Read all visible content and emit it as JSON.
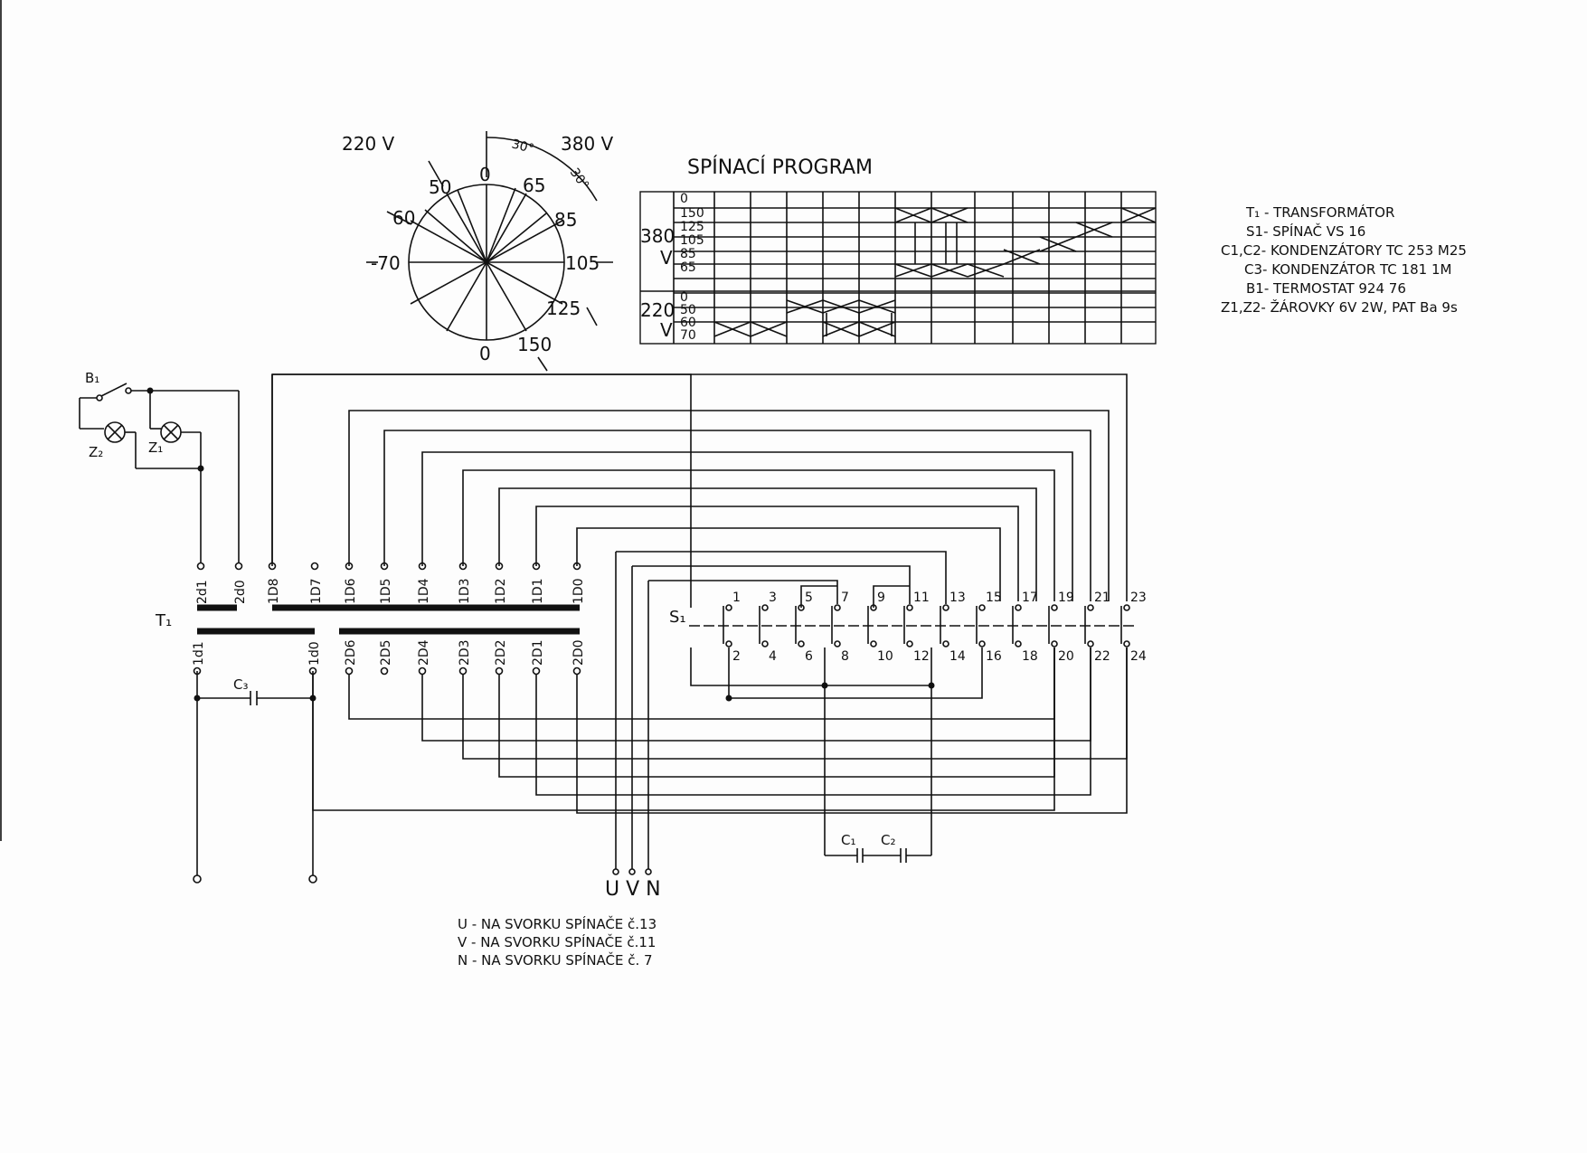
{
  "dial": {
    "voltage_220": "220 V",
    "voltage_380": "380 V",
    "angle_a": "30°",
    "angle_b": "30°",
    "marks": [
      "0",
      "65",
      "85",
      "105",
      "125",
      "150",
      "0",
      "-70",
      "60",
      "50"
    ]
  },
  "program": {
    "title": "SPÍNACÍ PROGRAM",
    "v380": "380",
    "v220": "220",
    "unit": "V",
    "rows380": [
      "0",
      "150",
      "125",
      "105",
      "85",
      "65"
    ],
    "rows220": [
      "0",
      "50",
      "60",
      "70"
    ]
  },
  "legend": [
    "T₁ - TRANSFORMÁTOR",
    "S1- SPÍNAČ  VS 16",
    "C1,C2- KONDENZÁTORY  TC 253  M25",
    "C3- KONDENZÁTOR  TC 181  1M",
    "B1- TERMOSTAT  924 76",
    "Z1,Z2- ŽÁROVKY  6V  2W,  PAT  Ba 9s"
  ],
  "components": {
    "b1": "B₁",
    "z1": "Z₁",
    "z2": "Z₂",
    "t1": "T₁",
    "s1": "S₁",
    "c1": "C₁",
    "c2": "C₂",
    "c3": "C₃"
  },
  "transformer": {
    "top": [
      "2d1",
      "2d0",
      "1D8",
      "1D7",
      "1D6",
      "1D5",
      "1D4",
      "1D3",
      "1D2",
      "1D1",
      "1D0"
    ],
    "bottom": [
      "1d1",
      "1d0",
      "2D6",
      "2D5",
      "2D4",
      "2D3",
      "2D2",
      "2D1",
      "2D0"
    ]
  },
  "switch_terminals": {
    "odd": [
      "1",
      "3",
      "5",
      "7",
      "9",
      "11",
      "13",
      "15",
      "17",
      "19",
      "21",
      "23"
    ],
    "even": [
      "2",
      "4",
      "6",
      "8",
      "10",
      "12",
      "14",
      "16",
      "18",
      "20",
      "22",
      "24"
    ]
  },
  "supply": {
    "label": "U V N",
    "notes": [
      "U - NA SVORKU SPÍNAČE č.13",
      "V - NA SVORKU SPÍNAČE č.11",
      "N - NA SVORKU SPÍNAČE č. 7"
    ]
  }
}
